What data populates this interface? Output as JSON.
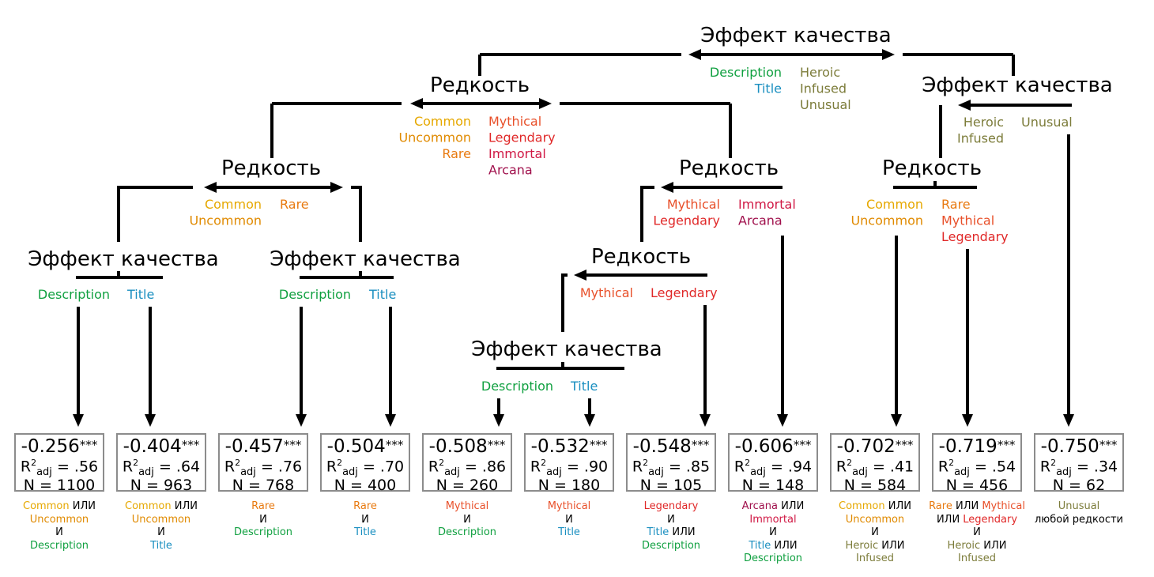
{
  "colors": {
    "black": "#000000",
    "description": "#10a040",
    "title": "#1a8fc0",
    "heroic": "#7c7c3a",
    "common": "#e6a800",
    "uncommon": "#e08a00",
    "rare": "#e87a10",
    "mythical": "#e8502a",
    "legendary": "#e02828",
    "immortal": "#d01844",
    "arcana": "#a0104c",
    "box_border": "#8c8c8c"
  },
  "nodes": [
    {
      "name": "root",
      "label": "Эффект качества"
    },
    {
      "name": "r1",
      "label": "Редкость"
    },
    {
      "name": "q1",
      "label": "Эффект качества"
    },
    {
      "name": "r2a",
      "label": "Редкость"
    },
    {
      "name": "r2b",
      "label": "Редкость"
    },
    {
      "name": "r3",
      "label": "Редкость"
    },
    {
      "name": "q3a",
      "label": "Эффект качества"
    },
    {
      "name": "q3b",
      "label": "Эффект качества"
    },
    {
      "name": "r4",
      "label": "Редкость"
    },
    {
      "name": "q5",
      "label": "Эффект качества"
    }
  ],
  "branch_labels": {
    "root_left": [
      {
        "t": "Description",
        "c": "description"
      },
      {
        "t": "Title",
        "c": "title"
      }
    ],
    "root_right": [
      {
        "t": "Heroic",
        "c": "heroic"
      },
      {
        "t": "Infused",
        "c": "heroic"
      },
      {
        "t": "Unusual",
        "c": "heroic"
      }
    ],
    "r1_left": [
      {
        "t": "Common",
        "c": "common"
      },
      {
        "t": "Uncommon",
        "c": "uncommon"
      },
      {
        "t": "Rare",
        "c": "rare"
      }
    ],
    "r1_right": [
      {
        "t": "Mythical",
        "c": "mythical"
      },
      {
        "t": "Legendary",
        "c": "legendary"
      },
      {
        "t": "Immortal",
        "c": "immortal"
      },
      {
        "t": "Arcana",
        "c": "arcana"
      }
    ],
    "q1_left": [
      {
        "t": "Heroic",
        "c": "heroic"
      },
      {
        "t": "Infused",
        "c": "heroic"
      }
    ],
    "q1_right": [
      {
        "t": "Unusual",
        "c": "heroic"
      }
    ],
    "r2a_left": [
      {
        "t": "Common",
        "c": "common"
      },
      {
        "t": "Uncommon",
        "c": "uncommon"
      }
    ],
    "r2a_right": [
      {
        "t": "Rare",
        "c": "rare"
      }
    ],
    "r2b_left": [
      {
        "t": "Mythical",
        "c": "mythical"
      },
      {
        "t": "Legendary",
        "c": "legendary"
      }
    ],
    "r2b_right": [
      {
        "t": "Immortal",
        "c": "immortal"
      },
      {
        "t": "Arcana",
        "c": "arcana"
      }
    ],
    "r3_left": [
      {
        "t": "Common",
        "c": "common"
      },
      {
        "t": "Uncommon",
        "c": "uncommon"
      }
    ],
    "r3_right": [
      {
        "t": "Rare",
        "c": "rare"
      },
      {
        "t": "Mythical",
        "c": "mythical"
      },
      {
        "t": "Legendary",
        "c": "legendary"
      }
    ],
    "q3a_left": [
      {
        "t": "Description",
        "c": "description"
      }
    ],
    "q3a_right": [
      {
        "t": "Title",
        "c": "title"
      }
    ],
    "q3b_left": [
      {
        "t": "Description",
        "c": "description"
      }
    ],
    "q3b_right": [
      {
        "t": "Title",
        "c": "title"
      }
    ],
    "r4_left": [
      {
        "t": "Mythical",
        "c": "mythical"
      }
    ],
    "r4_right": [
      {
        "t": "Legendary",
        "c": "legendary"
      }
    ],
    "q5_left": [
      {
        "t": "Description",
        "c": "description"
      }
    ],
    "q5_right": [
      {
        "t": "Title",
        "c": "title"
      }
    ]
  },
  "leaves": [
    {
      "beta": "-0.256",
      "sig": "***",
      "r2_prefix": "R",
      "r2_sup": "2",
      "r2_sub": "adj",
      "r2_value": " = .56",
      "n": "N = 1100",
      "cond": [
        [
          {
            "t": "Common",
            "c": "common"
          },
          {
            "t": " ИЛИ",
            "c": "black"
          }
        ],
        [
          {
            "t": "Uncommon",
            "c": "uncommon"
          }
        ],
        [
          {
            "t": "И",
            "c": "black"
          }
        ],
        [
          {
            "t": "Description",
            "c": "description"
          }
        ]
      ]
    },
    {
      "beta": "-0.404",
      "sig": "***",
      "r2_prefix": "R",
      "r2_sup": "2",
      "r2_sub": "adj",
      "r2_value": " = .64",
      "n": "N = 963",
      "cond": [
        [
          {
            "t": "Common",
            "c": "common"
          },
          {
            "t": " ИЛИ",
            "c": "black"
          }
        ],
        [
          {
            "t": "Uncommon",
            "c": "uncommon"
          }
        ],
        [
          {
            "t": "И",
            "c": "black"
          }
        ],
        [
          {
            "t": "Title",
            "c": "title"
          }
        ]
      ]
    },
    {
      "beta": "-0.457",
      "sig": "***",
      "r2_prefix": "R",
      "r2_sup": "2",
      "r2_sub": "adj",
      "r2_value": " = .76",
      "n": "N = 768",
      "cond": [
        [
          {
            "t": "Rare",
            "c": "rare"
          }
        ],
        [
          {
            "t": "И",
            "c": "black"
          }
        ],
        [
          {
            "t": "Description",
            "c": "description"
          }
        ]
      ]
    },
    {
      "beta": "-0.504",
      "sig": "***",
      "r2_prefix": "R",
      "r2_sup": "2",
      "r2_sub": "adj",
      "r2_value": " = .70",
      "n": "N = 400",
      "cond": [
        [
          {
            "t": "Rare",
            "c": "rare"
          }
        ],
        [
          {
            "t": "И",
            "c": "black"
          }
        ],
        [
          {
            "t": "Title",
            "c": "title"
          }
        ]
      ]
    },
    {
      "beta": "-0.508",
      "sig": "***",
      "r2_prefix": "R",
      "r2_sup": "2",
      "r2_sub": "adj",
      "r2_value": " = .86",
      "n": "N = 260",
      "cond": [
        [
          {
            "t": "Mythical",
            "c": "mythical"
          }
        ],
        [
          {
            "t": "И",
            "c": "black"
          }
        ],
        [
          {
            "t": "Description",
            "c": "description"
          }
        ]
      ]
    },
    {
      "beta": "-0.532",
      "sig": "***",
      "r2_prefix": "R",
      "r2_sup": "2",
      "r2_sub": "adj",
      "r2_value": " = .90",
      "n": "N = 180",
      "cond": [
        [
          {
            "t": "Mythical",
            "c": "mythical"
          }
        ],
        [
          {
            "t": "И",
            "c": "black"
          }
        ],
        [
          {
            "t": "Title",
            "c": "title"
          }
        ]
      ]
    },
    {
      "beta": "-0.548",
      "sig": "***",
      "r2_prefix": "R",
      "r2_sup": "2",
      "r2_sub": "adj",
      "r2_value": " = .85",
      "n": "N = 105",
      "cond": [
        [
          {
            "t": "Legendary",
            "c": "legendary"
          }
        ],
        [
          {
            "t": "И",
            "c": "black"
          }
        ],
        [
          {
            "t": "Title",
            "c": "title"
          },
          {
            "t": " ИЛИ",
            "c": "black"
          }
        ],
        [
          {
            "t": "Description",
            "c": "description"
          }
        ]
      ]
    },
    {
      "beta": "-0.606",
      "sig": "***",
      "r2_prefix": "R",
      "r2_sup": "2",
      "r2_sub": "adj",
      "r2_value": " = .94",
      "n": "N = 148",
      "cond": [
        [
          {
            "t": "Arcana",
            "c": "arcana"
          },
          {
            "t": " ИЛИ",
            "c": "black"
          }
        ],
        [
          {
            "t": "Immortal",
            "c": "immortal"
          }
        ],
        [
          {
            "t": "И",
            "c": "black"
          }
        ],
        [
          {
            "t": "Title",
            "c": "title"
          },
          {
            "t": " ИЛИ",
            "c": "black"
          }
        ],
        [
          {
            "t": "Description",
            "c": "description"
          }
        ]
      ]
    },
    {
      "beta": "-0.702",
      "sig": "***",
      "r2_prefix": "R",
      "r2_sup": "2",
      "r2_sub": "adj",
      "r2_value": " = .41",
      "n": "N = 584",
      "cond": [
        [
          {
            "t": "Common",
            "c": "common"
          },
          {
            "t": " ИЛИ",
            "c": "black"
          }
        ],
        [
          {
            "t": "Uncommon",
            "c": "uncommon"
          }
        ],
        [
          {
            "t": "И",
            "c": "black"
          }
        ],
        [
          {
            "t": "Heroic",
            "c": "heroic"
          },
          {
            "t": " ИЛИ",
            "c": "black"
          }
        ],
        [
          {
            "t": "Infused",
            "c": "heroic"
          }
        ]
      ]
    },
    {
      "beta": "-0.719",
      "sig": "***",
      "r2_prefix": "R",
      "r2_sup": "2",
      "r2_sub": "adj",
      "r2_value": " = .54",
      "n": "N = 456",
      "cond": [
        [
          {
            "t": "Rare",
            "c": "rare"
          },
          {
            "t": " ИЛИ ",
            "c": "black"
          },
          {
            "t": "Mythical",
            "c": "mythical"
          }
        ],
        [
          {
            "t": "ИЛИ ",
            "c": "black"
          },
          {
            "t": "Legendary",
            "c": "legendary"
          }
        ],
        [
          {
            "t": "И",
            "c": "black"
          }
        ],
        [
          {
            "t": "Heroic",
            "c": "heroic"
          },
          {
            "t": " ИЛИ",
            "c": "black"
          }
        ],
        [
          {
            "t": "Infused",
            "c": "heroic"
          }
        ]
      ]
    },
    {
      "beta": "-0.750",
      "sig": "***",
      "r2_prefix": "R",
      "r2_sup": "2",
      "r2_sub": "adj",
      "r2_value": " = .34",
      "n": "N = 62",
      "cond": [
        [
          {
            "t": "Unusual",
            "c": "heroic"
          }
        ],
        [
          {
            "t": "любой редкости",
            "c": "black"
          }
        ]
      ]
    }
  ]
}
